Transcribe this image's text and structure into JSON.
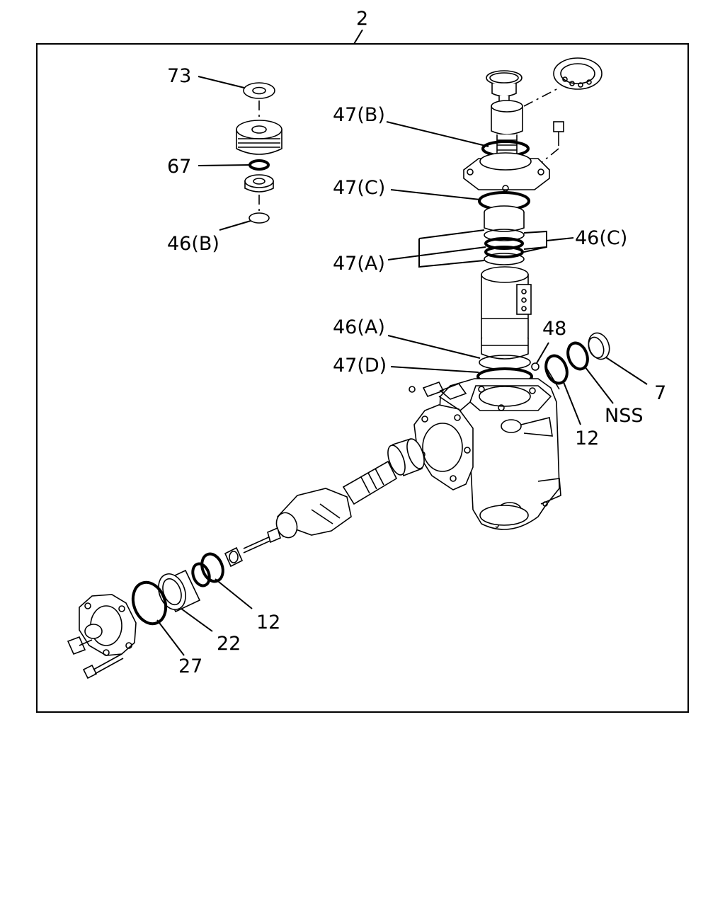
{
  "assembly_number": "2",
  "callouts": {
    "c73": "73",
    "c67": "67",
    "c46b": "46(B)",
    "c47b": "47(B)",
    "c47c": "47(C)",
    "c46c": "46(C)",
    "c47a": "47(A)",
    "c46a": "46(A)",
    "c48": "48",
    "c47d": "47(D)",
    "c7": "7",
    "cnss": "NSS",
    "c12a": "12",
    "c12b": "12",
    "c22": "22",
    "c27": "27"
  },
  "colors": {
    "line": "#000000",
    "background": "#ffffff"
  }
}
